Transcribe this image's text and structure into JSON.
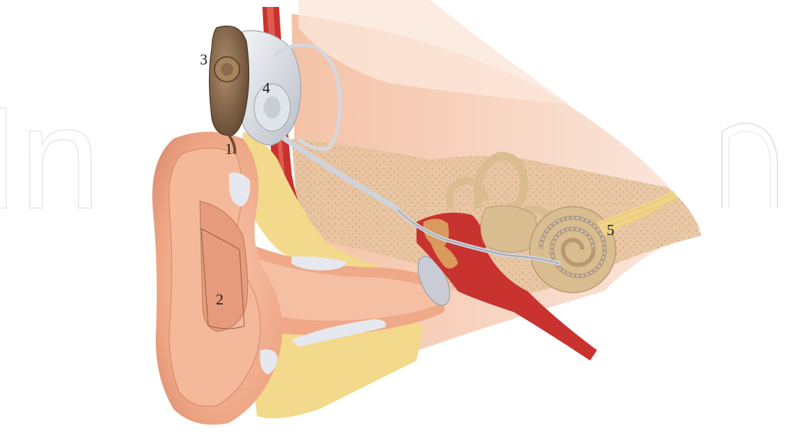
{
  "watermark": {
    "text": "In"
  },
  "labels": {
    "microphone": "1",
    "ear_canal_area": "2",
    "external_magnet": "3",
    "receiver_stimulator": "4",
    "cochlea_electrode": "5"
  },
  "colors": {
    "skin": "#f2b395",
    "skin_dark": "#d98a6c",
    "fat": "#f3d98b",
    "bone": "#e8c9a5",
    "muscle": "#c8322f",
    "device_grey": "#dadde3",
    "device_brown": "#8a6a4a",
    "cochlea": "#d9bc8f",
    "nerve": "#f0d48a"
  }
}
